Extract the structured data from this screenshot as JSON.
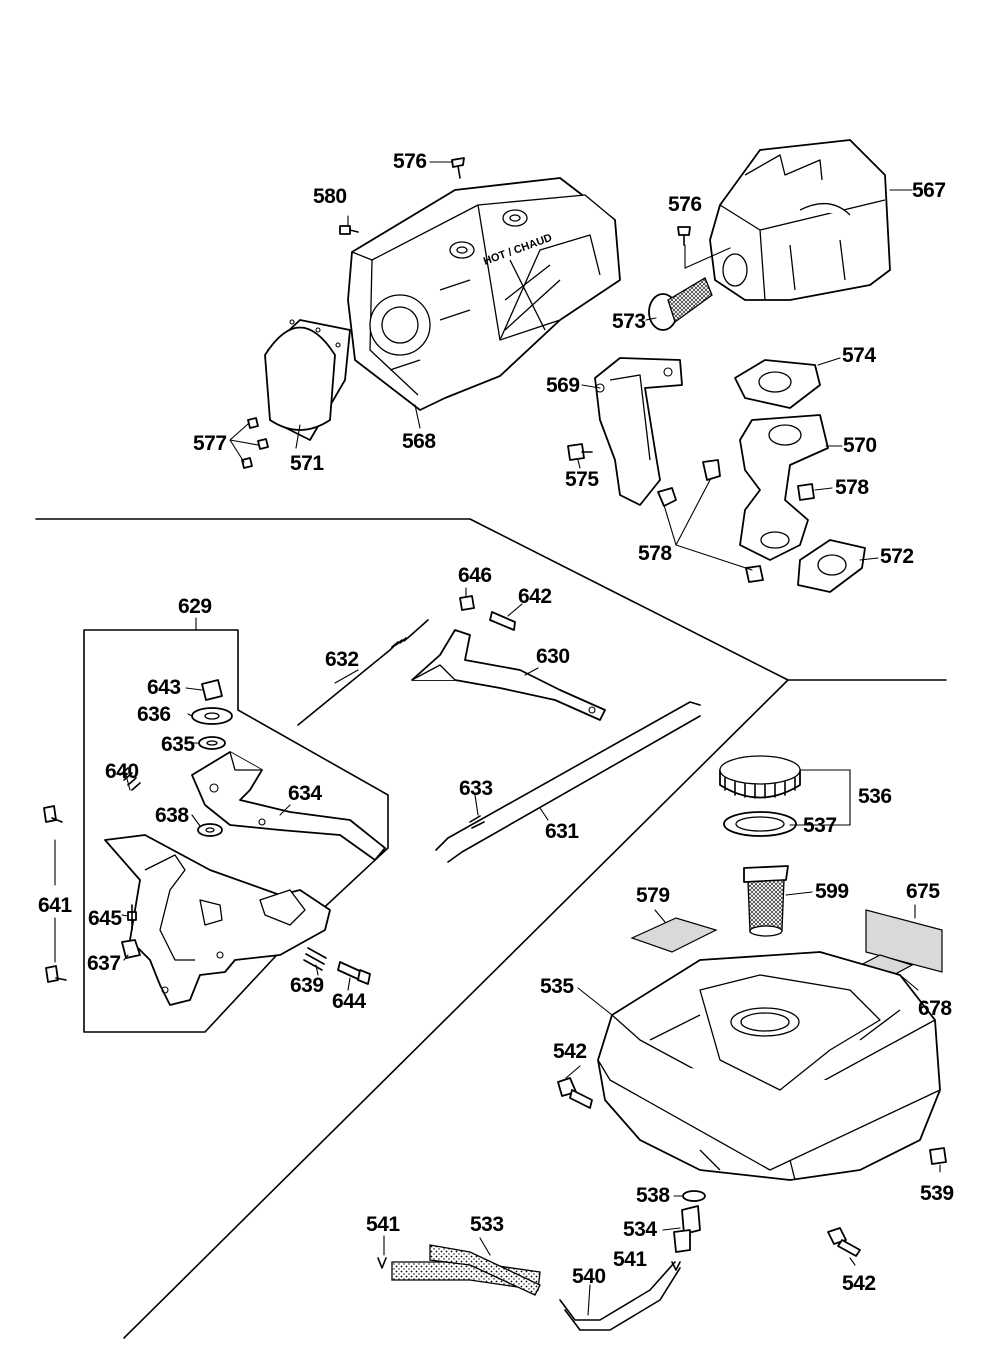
{
  "labels": {
    "p576a": "576",
    "p580": "580",
    "p567": "567",
    "p576b": "576",
    "p573": "573",
    "p574": "574",
    "p569": "569",
    "p570": "570",
    "p575": "575",
    "p578a": "578",
    "p578b": "578",
    "p572": "572",
    "p577": "577",
    "p571": "571",
    "p568": "568",
    "p629": "629",
    "p646": "646",
    "p642": "642",
    "p632": "632",
    "p630": "630",
    "p643": "643",
    "p636": "636",
    "p635": "635",
    "p640": "640",
    "p634": "634",
    "p638": "638",
    "p633": "633",
    "p631": "631",
    "p641": "641",
    "p645": "645",
    "p637": "637",
    "p639": "639",
    "p644": "644",
    "p536": "536",
    "p537": "537",
    "p579": "579",
    "p599": "599",
    "p675": "675",
    "p678": "678",
    "p535": "535",
    "p542a": "542",
    "p539": "539",
    "p538": "538",
    "p534": "534",
    "p541a": "541",
    "p533": "533",
    "p541b": "541",
    "p540": "540",
    "p542b": "542"
  },
  "muffler_text": "HOT / CHAUD"
}
